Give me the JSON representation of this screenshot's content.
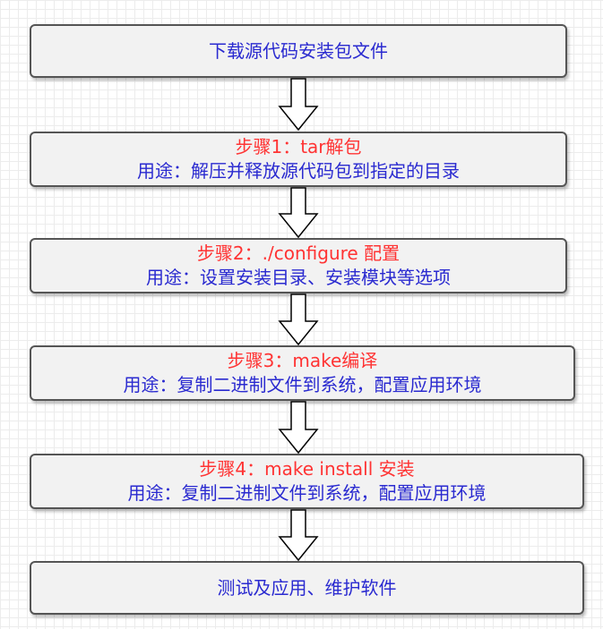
{
  "flow": {
    "download": {
      "text": "下载源代码安装包文件"
    },
    "step1": {
      "title": "步骤1：tar解包",
      "desc": "用途：解压并释放源代码包到指定的目录"
    },
    "step2": {
      "title": "步骤2：./configure 配置",
      "desc": "用途：设置安装目录、安装模块等选项"
    },
    "step3": {
      "title": "步骤3：make编译",
      "desc": "用途：复制二进制文件到系统，配置应用环境"
    },
    "step4": {
      "title": "步骤4：make install 安装",
      "desc": "用途：复制二进制文件到系统，配置应用环境"
    },
    "test": {
      "text": "测试及应用、维护软件"
    }
  },
  "colors": {
    "title_red": "#ff3333",
    "desc_blue": "#2a2ad0",
    "box_fill": "#f2f2f2",
    "box_border": "#555555"
  }
}
